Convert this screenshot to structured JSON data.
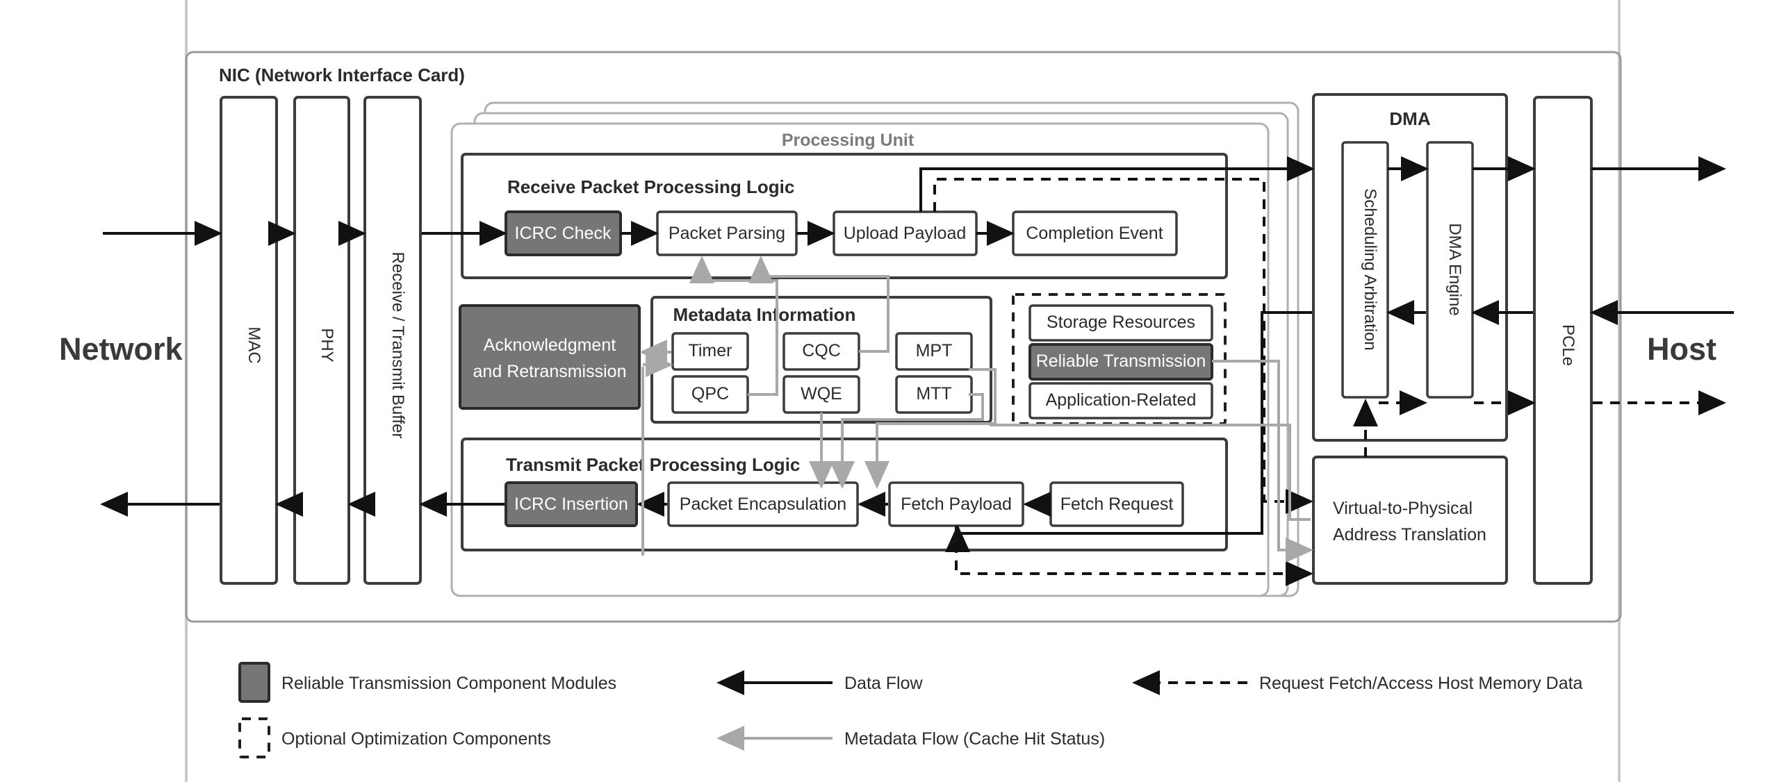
{
  "diagram": {
    "title_nic": "NIC (Network Interface Card)",
    "side_left": "Network",
    "side_right": "Host",
    "processing_unit": "Processing Unit",
    "receive_section": "Receive Packet Processing Logic",
    "transmit_section": "Transmit Packet Processing Logic",
    "metadata_section": "Metadata Information",
    "dma_title": "DMA"
  },
  "left_column": [
    {
      "label": "MAC"
    },
    {
      "label": "PHY"
    },
    {
      "label": "Receive / Transmit Buffer"
    }
  ],
  "receive_pipeline": [
    {
      "label": "ICRC Check",
      "filled": true
    },
    {
      "label": "Packet Parsing",
      "filled": false
    },
    {
      "label": "Upload Payload",
      "filled": false
    },
    {
      "label": "Completion Event",
      "filled": false
    }
  ],
  "transmit_pipeline": [
    {
      "label": "ICRC Insertion",
      "filled": true
    },
    {
      "label": "Packet Encapsulation",
      "filled": false
    },
    {
      "label": "Fetch Payload",
      "filled": false
    },
    {
      "label": "Fetch Request",
      "filled": false
    }
  ],
  "ack_block": {
    "line1": "Acknowledgment",
    "line2": "and Retransmission"
  },
  "metadata_items": [
    {
      "label": "Timer"
    },
    {
      "label": "QPC"
    },
    {
      "label": "CQC"
    },
    {
      "label": "WQE"
    },
    {
      "label": "MPT"
    },
    {
      "label": "MTT"
    }
  ],
  "optional_block": [
    {
      "label": "Storage Resources",
      "filled": false
    },
    {
      "label": "Reliable Transmission",
      "filled": true
    },
    {
      "label": "Application-Related",
      "filled": false
    }
  ],
  "dma_items": [
    {
      "label": "Scheduling Arbitration"
    },
    {
      "label": "DMA Engine"
    }
  ],
  "address_translation": {
    "line1": "Virtual-to-Physical",
    "line2": "Address Translation"
  },
  "pcie": {
    "label": "PCLe"
  },
  "legend": [
    {
      "kind": "swatch-filled",
      "label": "Reliable Transmission Component Modules"
    },
    {
      "kind": "swatch-dashed",
      "label": "Optional Optimization Components"
    },
    {
      "kind": "arrow-solid-dark",
      "label": "Data Flow"
    },
    {
      "kind": "arrow-solid-gray",
      "label": "Metadata Flow (Cache Hit Status)"
    },
    {
      "kind": "arrow-dashed-dark",
      "label": "Request Fetch/Access Host Memory Data"
    }
  ],
  "colors": {
    "fill_gray": "#767676",
    "stroke_dark": "#2b2b2b",
    "stroke_light": "#b0b0b0",
    "metadata_flow": "#a8a8a8",
    "background": "#ffffff"
  }
}
